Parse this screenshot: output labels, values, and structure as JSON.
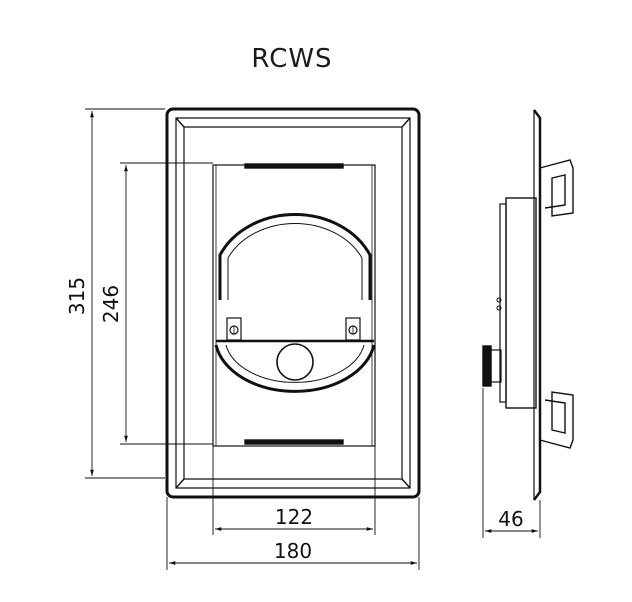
{
  "title": "RCWS",
  "dimensions": {
    "overall_height": "315",
    "inner_height": "246",
    "inner_width": "122",
    "overall_width": "180",
    "depth": "46"
  },
  "colors": {
    "line": "#111111",
    "background": "#ffffff"
  }
}
